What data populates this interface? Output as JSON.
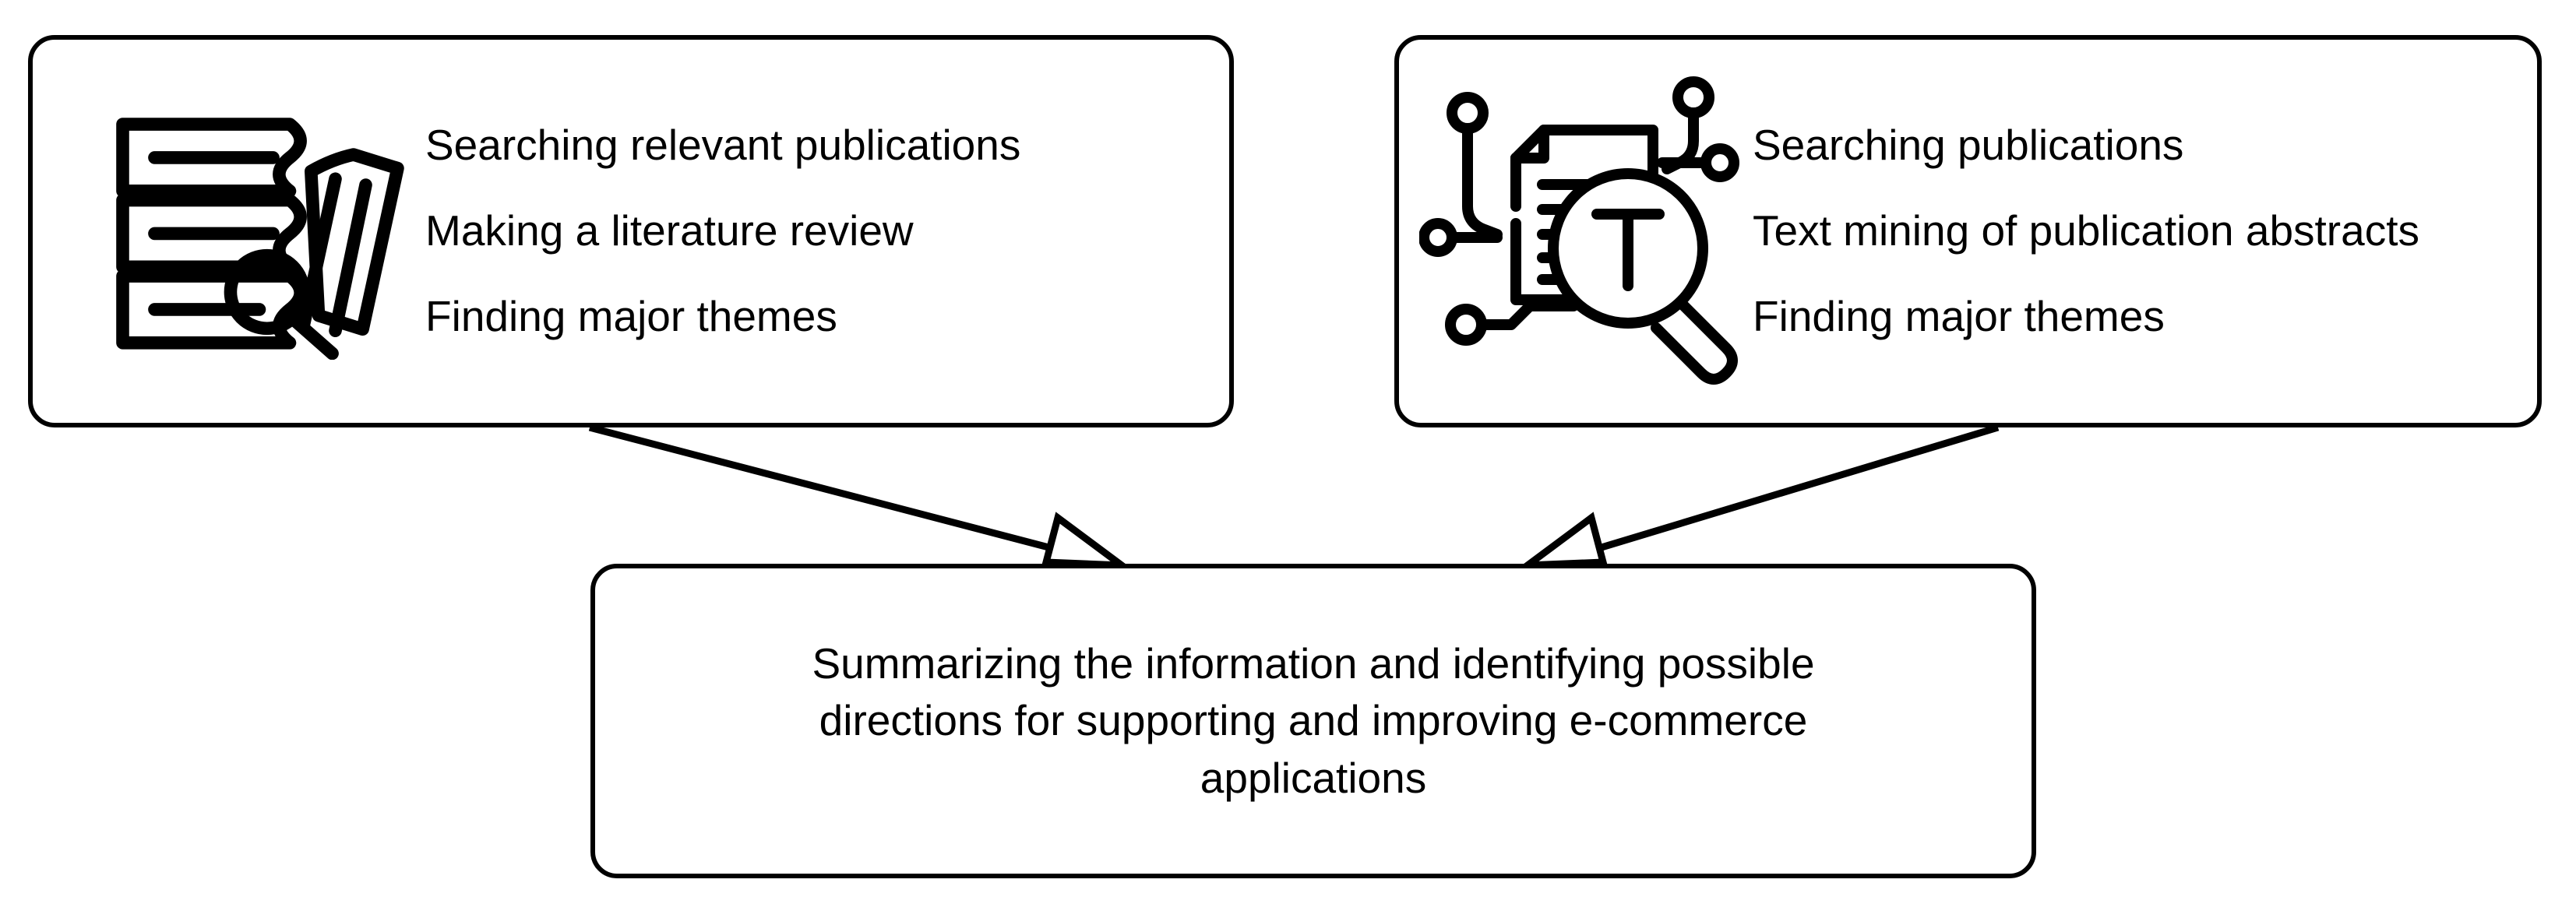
{
  "diagram": {
    "title": "Research approach flow diagram",
    "background_color": "#ffffff",
    "stroke_color": "#000000",
    "nodes": [
      {
        "id": "literature-review",
        "icon_name": "books-with-magnifier-icon",
        "bullets": [
          "Searching relevant publications",
          "Making a literature review",
          "Finding major themes"
        ]
      },
      {
        "id": "text-mining",
        "icon_name": "document-text-mining-magnifier-icon",
        "icon_lens_label": "T",
        "bullets": [
          "Searching publications",
          "Text mining of publication abstracts",
          "Finding major themes"
        ]
      },
      {
        "id": "summary",
        "lines": [
          "Summarizing the information and identifying possible",
          "directions for supporting and improving e-commerce",
          "applications"
        ]
      }
    ],
    "edges": [
      {
        "id": "edge-literature-to-summary",
        "from": "literature-review",
        "to": "summary",
        "arrowhead": "hollow-triangle"
      },
      {
        "id": "edge-textmining-to-summary",
        "from": "text-mining",
        "to": "summary",
        "arrowhead": "hollow-triangle"
      }
    ]
  }
}
